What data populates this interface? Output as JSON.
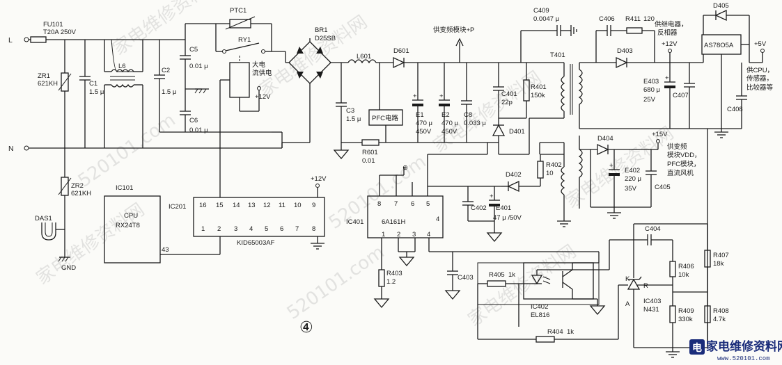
{
  "labels": {
    "fu101": "FU101",
    "fu101_val": "T20A 250V",
    "L": "L",
    "N": "N",
    "zr1": "ZR1",
    "zr1_val": "621KH",
    "c1": "C1",
    "c1_val": "1.5 μ",
    "l6": "L6",
    "c2": "C2",
    "c2_val": "1.5 μ",
    "zr2": "ZR2",
    "zr2_val": "621KH",
    "das1": "DAS1",
    "gnd": "GND",
    "c5": "C5",
    "c5_val": "0.01 μ",
    "c6": "C6",
    "c6_val": "0.01 μ",
    "ptc1": "PTC1",
    "ry1": "RY1",
    "big_current": "大电",
    "big_current2": "流供电",
    "plus12v_relay": "+12V",
    "br1": "BR1",
    "br1_val": "D25SB",
    "l601": "L601",
    "d601": "D601",
    "inverter_module": "供变频模块+P",
    "c3": "C3",
    "c3_val": "1.5 μ",
    "pfc": "PFC电路",
    "e1": "E1",
    "e1_val1": "470 μ",
    "e1_val2": "450V",
    "e2": "E2",
    "e2_val1": "470 μ",
    "e2_val2": "450V",
    "c8": "C8",
    "c8_val": "0.033 μ",
    "r601": "R601",
    "r601_val": "0.01",
    "c409": "C409",
    "c409_val": "0.0047 μ",
    "c401": "C401",
    "c401_val": "22p",
    "r401": "R401",
    "r401_val": "150k",
    "d401": "D401",
    "t401": "T401",
    "c406": "C406",
    "r411": "R411",
    "r411_val": "120",
    "relay_supply1": "供继电器，",
    "relay_supply2": "反相器",
    "plus12v": "+12V",
    "d403": "D403",
    "d405": "D405",
    "as78": "AS78O5A",
    "plus5v": "+5V",
    "cpu_supply1": "供CPU，",
    "cpu_supply2": "传感器，",
    "cpu_supply3": "比较器等",
    "e403": "E403",
    "e403_val1": "680 μ",
    "e403_val2": "25V",
    "c407": "C407",
    "c408": "C408",
    "d404": "D404",
    "plus15v": "+15V",
    "inv_supply1": "供变频",
    "inv_supply2": "模块VDD，",
    "inv_supply3": "PFC模块，",
    "inv_supply4": "直流风机",
    "e402": "E402",
    "e402_val1": "220 μ",
    "e402_val2": "35V",
    "c405": "C405",
    "r402": "R402",
    "r402_val": "10",
    "d402": "D402",
    "c402": "C402",
    "e401": "E401",
    "e401_val": "47 μ /50V",
    "ic401": "IC401",
    "ic401_val": "6A161H",
    "ic401_pins_top": [
      "8",
      "7",
      "6",
      "5"
    ],
    "ic401_pins_bot": [
      "1",
      "2",
      "3",
      "4"
    ],
    "r403": "R403",
    "r403_val": "1.2",
    "c403": "C403",
    "r405": "R405",
    "r405_val": "1k",
    "ic402": "IC402",
    "ic402_val": "EL816",
    "c404": "C404",
    "r406": "R406",
    "r406_val": "10k",
    "r407": "R407",
    "r407_val": "18k",
    "ic403": "IC403",
    "ic403_val": "N431",
    "ic403_k": "K",
    "ic403_r": "R",
    "ic403_a": "A",
    "r409": "R409",
    "r409_val": "330k",
    "r408": "R408",
    "r408_val": "4.7k",
    "r404": "R404",
    "r404_val": "1k",
    "ic101": "IC101",
    "cpu": "CPU",
    "cpu_val": "RX24T8",
    "pin43": "43",
    "ic201": "IC201",
    "ic201_val": "KID65003AF",
    "plus12v_ic201": "+12V",
    "ic201_top": [
      "16",
      "15",
      "14",
      "13",
      "12",
      "11",
      "10",
      "9"
    ],
    "ic201_bot": [
      "1",
      "2",
      "3",
      "4",
      "5",
      "6",
      "7",
      "8"
    ],
    "fig_num": "④",
    "watermark1": "家电维修资料网",
    "watermark2": "520101.com",
    "logo_cn": "家电维修资料网",
    "logo_url": "www.520101.com"
  }
}
